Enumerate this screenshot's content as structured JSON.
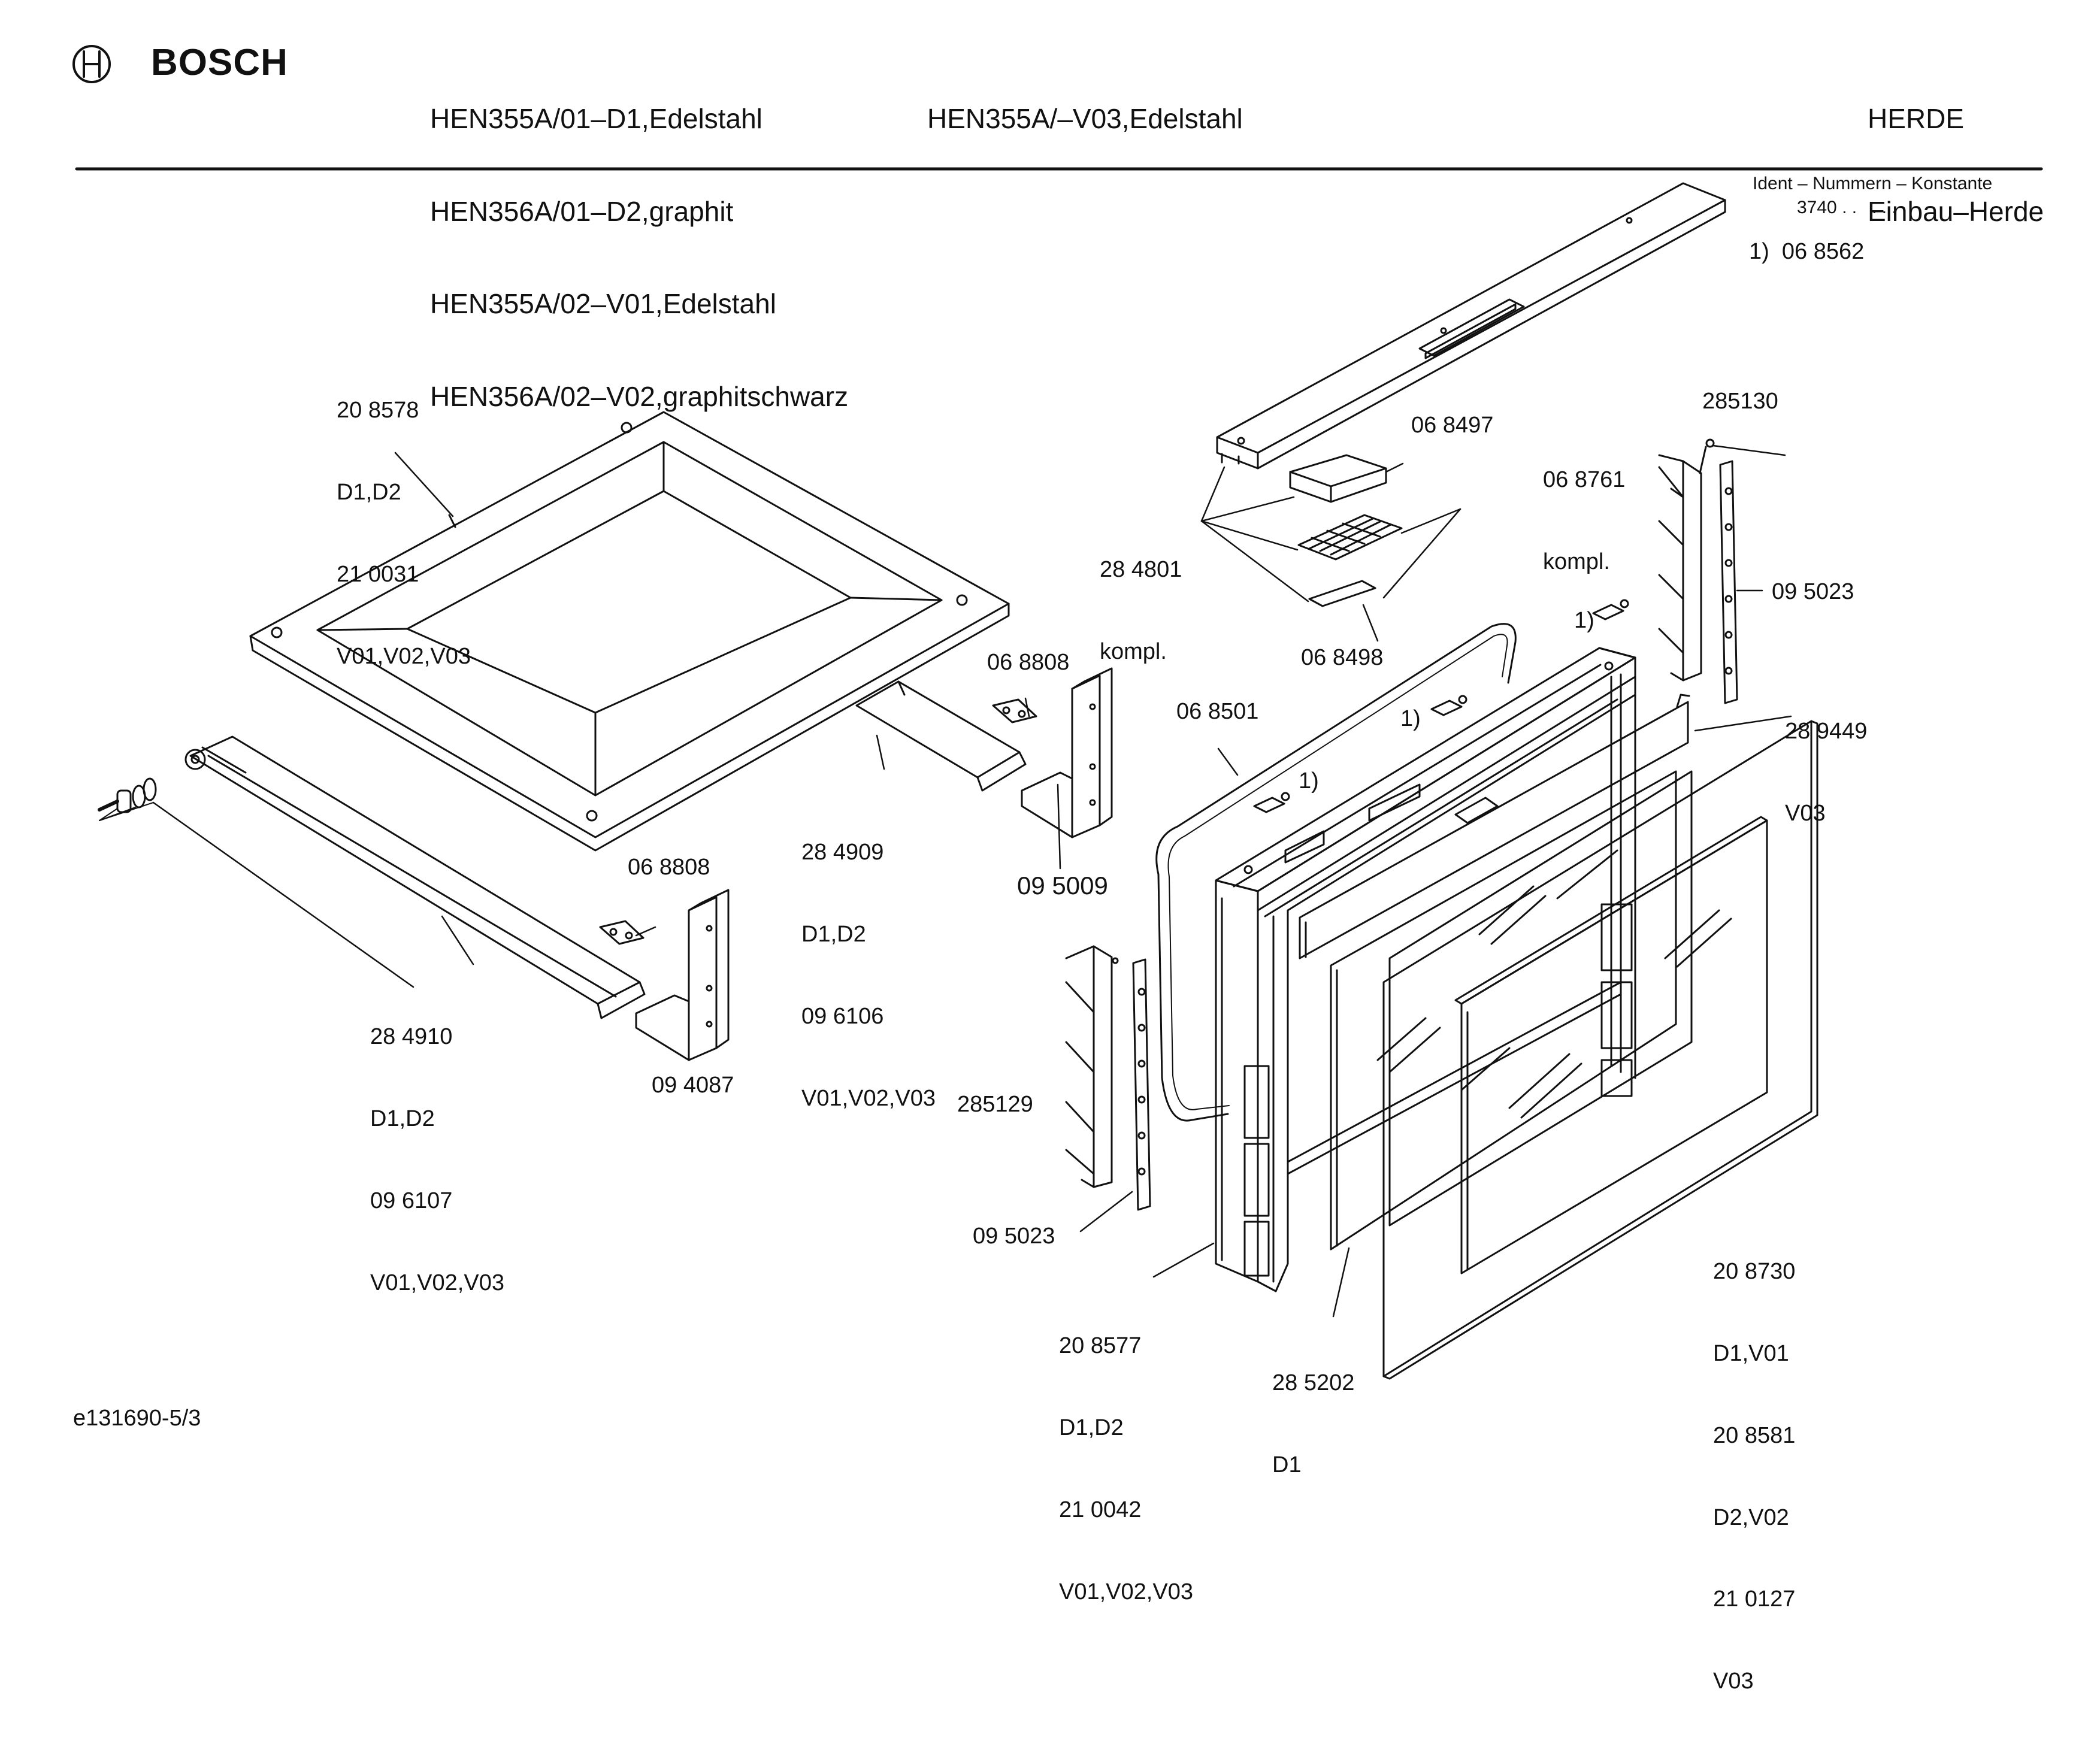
{
  "header": {
    "brand": "BOSCH",
    "models_col1": [
      "HEN355A/01–D1,Edelstahl",
      "HEN356A/01–D2,graphit",
      "HEN355A/02–V01,Edelstahl",
      "HEN356A/02–V02,graphitschwarz"
    ],
    "models_col2": [
      "HEN355A/–V03,Edelstahl"
    ],
    "category": [
      "HERDE",
      "Einbau–Herde"
    ]
  },
  "ident": {
    "title": "Ident – Nummern – Konstante",
    "constant": "3740 . .   . . . .",
    "footnote": "1)  06 8562"
  },
  "labels": {
    "top_panel": [
      "20 8578",
      "D1,D2",
      "21 0031",
      "V01,V02,V03"
    ],
    "rail_284909": [
      "28 4909",
      "D1,D2",
      "09 6106",
      "V01,V02,V03"
    ],
    "rail_284910": [
      "28 4910",
      "D1,D2",
      "09 6107",
      "V01,V02,V03"
    ],
    "clip_upper": "06 8808",
    "clip_lower": "06 8808",
    "bracket_095009": "09 5009",
    "bracket_094087": "09 4087",
    "handle_068497": "06 8497",
    "handle_068761": [
      "06 8761",
      "kompl."
    ],
    "handle_284801": [
      "28 4801",
      "kompl."
    ],
    "handle_068498": "06 8498",
    "hinge_285130": "285130",
    "strip_095023_right": "09 5023",
    "hinge_285129": "285129",
    "strip_095023_left": "09 5023",
    "gasket_068501": "06 8501",
    "footnote_marks": [
      "1)",
      "1)",
      "1)"
    ],
    "glass_289449": [
      "28 9449",
      "V03"
    ],
    "door_frame": [
      "20 8577",
      "D1,D2",
      "21 0042",
      "V01,V02,V03"
    ],
    "inner_glass": [
      "28 5202",
      "D1"
    ],
    "outer_glass": [
      "20 8730",
      "D1,V01",
      "20 8581",
      "D2,V02",
      "21 0127",
      "V03"
    ]
  },
  "footer": {
    "drawing_no": "e131690-5/3"
  }
}
